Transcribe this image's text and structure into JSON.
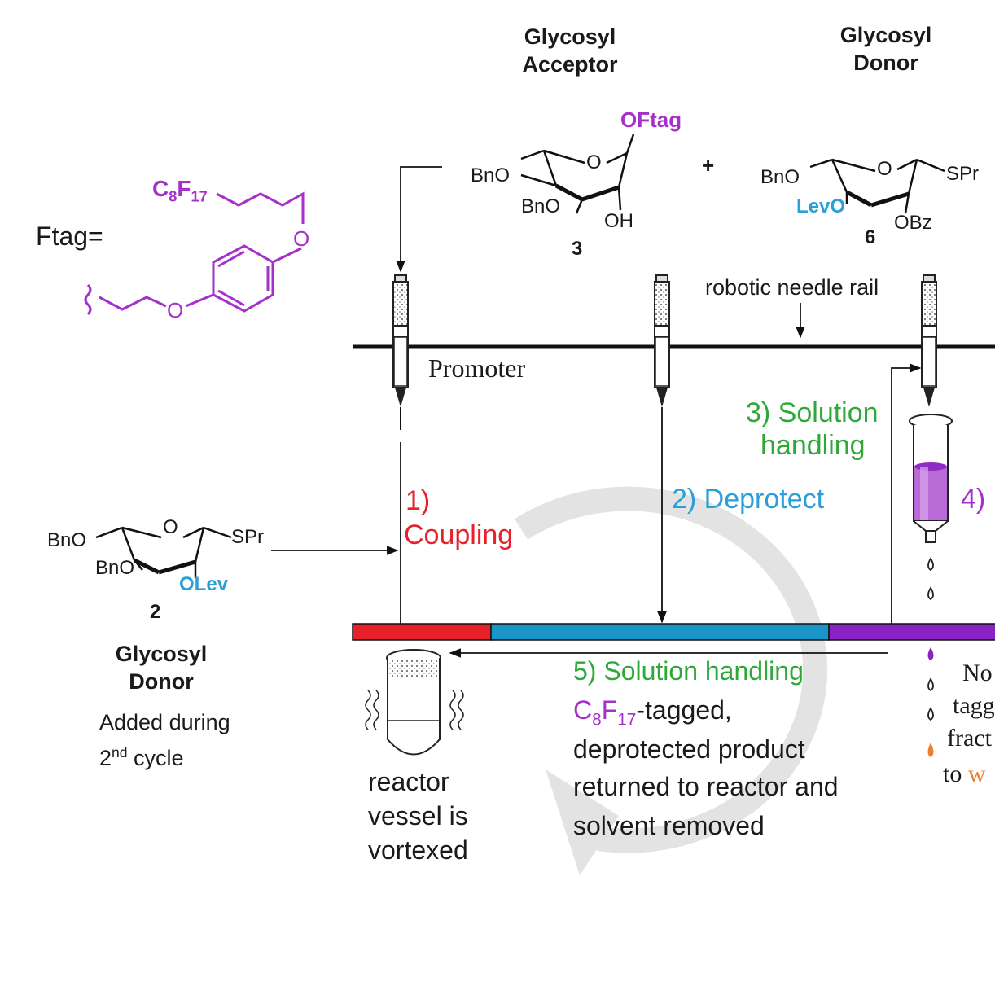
{
  "headers": {
    "acceptor_line1": "Glycosyl",
    "acceptor_line2": "Acceptor",
    "donor_top_line1": "Glycosyl",
    "donor_top_line2": "Donor",
    "donor_left_line1": "Glycosyl",
    "donor_left_line2": "Donor"
  },
  "ftag": {
    "label": "Ftag=",
    "chain_c": "C",
    "chain_c_sub": "8",
    "chain_f": "F",
    "chain_f_sub": "17",
    "o_top": "O",
    "o_bottom": "O"
  },
  "compound3": {
    "number": "3",
    "oftag": "OFtag",
    "bno1": "BnO",
    "bno2": "BnO",
    "ring_o": "O",
    "oh": "OH",
    "plus": "+"
  },
  "compound6": {
    "number": "6",
    "bno": "BnO",
    "levo": "LevO",
    "ring_o": "O",
    "obz": "OBz",
    "spr": "SPr"
  },
  "compound2": {
    "number": "2",
    "bno1": "BnO",
    "bno2": "BnO",
    "ring_o": "O",
    "spr": "SPr",
    "olev": "OLev"
  },
  "labels": {
    "needle_rail": "robotic needle rail",
    "promoter": "Promoter",
    "step1_num": "1)",
    "step1_text": "Coupling",
    "step2": "2) Deprotect",
    "step3_line1": "3) Solution",
    "step3_line2": "handling",
    "step4": "4)",
    "added_line1": "Added during",
    "added_line2_num": "2",
    "added_line2_sup": "nd",
    "added_line2_rest": " cycle",
    "reactor_line1": "reactor",
    "reactor_line2": "vessel is",
    "reactor_line3": "vortexed",
    "step5_line1": "5) Solution handling",
    "step5_c": "C",
    "step5_c_sub": "8",
    "step5_f": "F",
    "step5_f_sub": "17",
    "step5_tagged": "-tagged,",
    "step5_line3": "deprotected product",
    "step5_line4": "returned to reactor and",
    "step5_line5": "solvent removed",
    "nontag_line1": "No",
    "nontag_line2": "tagg",
    "nontag_line3": "fract",
    "nontag_line4_a": "to ",
    "nontag_line4_b": "w"
  },
  "colors": {
    "purple": "#a531c9",
    "cyan": "#2ba0d6",
    "red": "#e8202a",
    "green": "#2fa83a",
    "orange": "#ef7d2e",
    "cycle_arrow": "#e3e3e3",
    "bar_red": "#e8202a",
    "bar_blue": "#1a95c9",
    "bar_purple": "#8a22c4"
  }
}
